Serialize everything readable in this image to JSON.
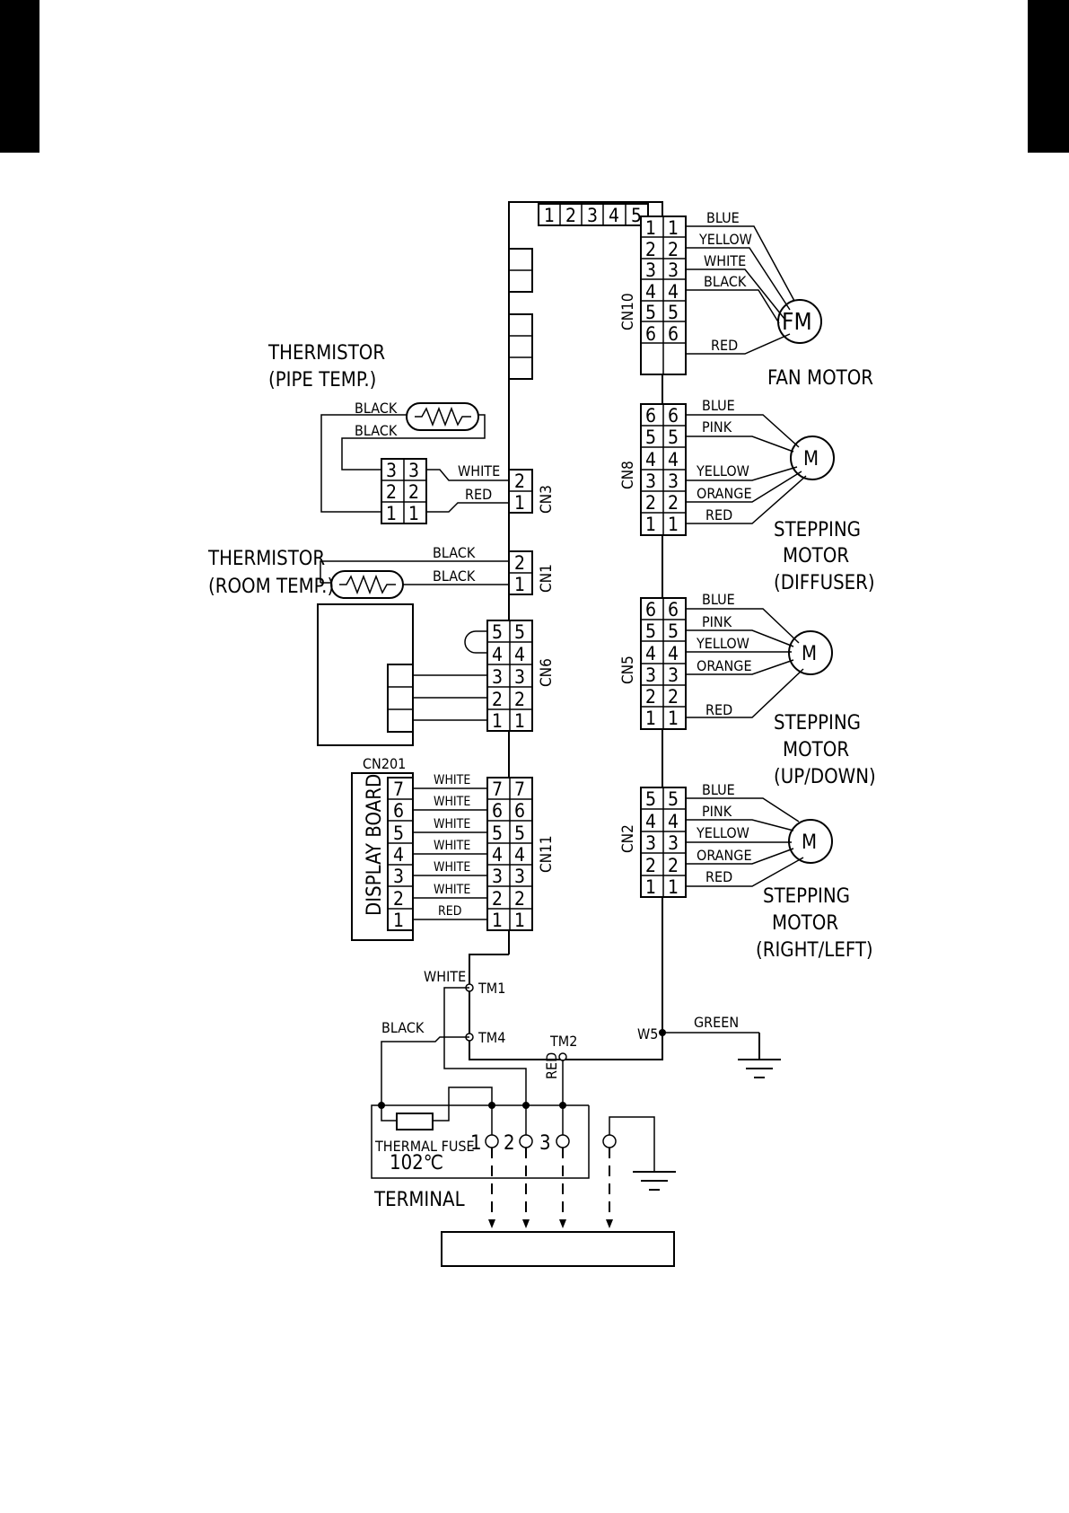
{
  "board": {
    "top_pins": [
      "1",
      "2",
      "3",
      "4",
      "5"
    ]
  },
  "fan_motor": {
    "connector": "CN10",
    "pins": [
      "1",
      "2",
      "3",
      "4",
      "5",
      "6"
    ],
    "wires": [
      "BLUE",
      "YELLOW",
      "WHITE",
      "BLACK",
      "RED"
    ],
    "symbol": "FM",
    "label": "FAN MOTOR"
  },
  "cn8": {
    "connector": "CN8",
    "pins": [
      "6",
      "5",
      "4",
      "3",
      "2",
      "1"
    ],
    "wires": [
      "BLUE",
      "PINK",
      "YELLOW",
      "ORANGE",
      "RED"
    ],
    "symbol": "M",
    "label": [
      "STEPPING",
      "MOTOR",
      "(DIFFUSER)"
    ]
  },
  "cn5": {
    "connector": "CN5",
    "pins": [
      "6",
      "5",
      "4",
      "3",
      "2",
      "1"
    ],
    "wires": [
      "BLUE",
      "PINK",
      "YELLOW",
      "ORANGE",
      "RED"
    ],
    "symbol": "M",
    "label": [
      "STEPPING",
      "MOTOR",
      "(UP/DOWN)"
    ]
  },
  "cn2": {
    "connector": "CN2",
    "pins": [
      "5",
      "4",
      "3",
      "2",
      "1"
    ],
    "wires": [
      "BLUE",
      "PINK",
      "YELLOW",
      "ORANGE",
      "RED"
    ],
    "symbol": "M",
    "label": [
      "STEPPING",
      "MOTOR",
      "(RIGHT/LEFT)"
    ]
  },
  "pipe_thermistor": {
    "label": [
      "THERMISTOR",
      "(PIPE TEMP.)"
    ],
    "wires_top": [
      "BLACK",
      "BLACK"
    ],
    "connector_pins": [
      "3",
      "2",
      "1"
    ],
    "cn3": {
      "connector": "CN3",
      "pins": [
        "2",
        "1"
      ],
      "wires": [
        "WHITE",
        "RED"
      ]
    }
  },
  "room_thermistor": {
    "label": [
      "THERMISTOR",
      "(ROOM TEMP.)"
    ],
    "cn1": {
      "connector": "CN1",
      "pins": [
        "2",
        "1"
      ],
      "wires": [
        "BLACK",
        "BLACK"
      ]
    }
  },
  "cn6": {
    "connector": "CN6",
    "pins": [
      "5",
      "4",
      "3",
      "2",
      "1"
    ]
  },
  "display": {
    "connector_label": "CN201",
    "board_label": "DISPLAY BOARD",
    "pins": [
      "7",
      "6",
      "5",
      "4",
      "3",
      "2",
      "1"
    ],
    "wires": [
      "WHITE",
      "WHITE",
      "WHITE",
      "WHITE",
      "WHITE",
      "WHITE",
      "RED"
    ],
    "cn11": {
      "connector": "CN11",
      "pins": [
        "7",
        "6",
        "5",
        "4",
        "3",
        "2",
        "1"
      ]
    }
  },
  "terminals": {
    "tm1": "TM1",
    "tm4": "TM4",
    "tm2": "TM2",
    "w5": "W5",
    "white": "WHITE",
    "black": "BLACK",
    "red": "RED",
    "green": "GREEN"
  },
  "terminal_block": {
    "fuse_label": "THERMAL FUSE",
    "fuse_temp": "102℃",
    "label": "TERMINAL",
    "numbers": [
      "1",
      "2",
      "3"
    ]
  }
}
